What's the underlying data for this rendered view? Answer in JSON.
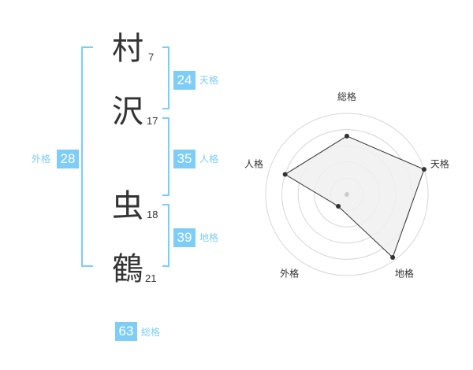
{
  "chars": [
    {
      "char": "村",
      "strokes": "7"
    },
    {
      "char": "沢",
      "strokes": "17"
    },
    {
      "char": "虫",
      "strokes": "18"
    },
    {
      "char": "鶴",
      "strokes": "21"
    }
  ],
  "grades": {
    "tenkaku": {
      "value": "24",
      "label": "天格"
    },
    "jinkaku": {
      "value": "35",
      "label": "人格"
    },
    "chikaku": {
      "value": "39",
      "label": "地格"
    },
    "gaikaku": {
      "value": "28",
      "label": "外格"
    },
    "soukaku": {
      "value": "63",
      "label": "総格"
    }
  },
  "colors": {
    "accent": "#7dcdf7",
    "text": "#333333",
    "radar_fill": "#f0f0f0",
    "ring": "#d6d6d6"
  },
  "chart_data": {
    "type": "radar",
    "axes": [
      "総格",
      "天格",
      "地格",
      "外格",
      "人格"
    ],
    "rings": 5,
    "max": 5,
    "values": [
      3.6,
      5.0,
      4.8,
      0.9,
      4.0
    ]
  }
}
